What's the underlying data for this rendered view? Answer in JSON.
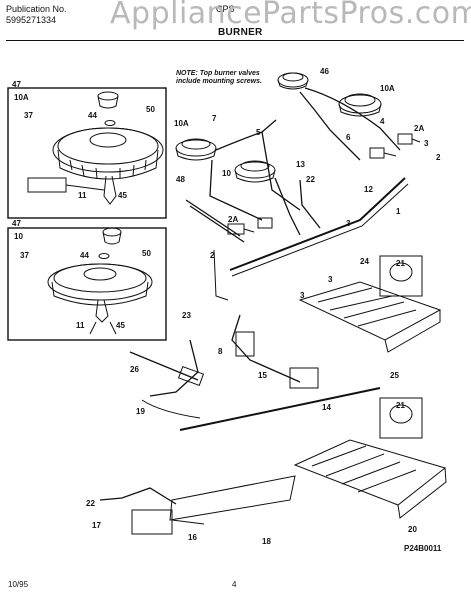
{
  "header": {
    "pub_label": "Publication No.",
    "pub_number": "5995271334",
    "model": "CPS",
    "title": "BURNER",
    "watermark": "AppliancePartsPros.com"
  },
  "note": {
    "line1": "NOTE: Top burner valves",
    "line2": "include mounting screws."
  },
  "callouts": [
    "47",
    "10A",
    "37",
    "44",
    "50",
    "11",
    "45",
    "10A",
    "7",
    "48",
    "5",
    "10",
    "13",
    "46",
    "10A",
    "4",
    "6",
    "2A",
    "3",
    "2",
    "47",
    "10",
    "37",
    "44",
    "50",
    "11",
    "45",
    "22",
    "1",
    "2A",
    "2",
    "3",
    "24",
    "21",
    "3",
    "23",
    "8",
    "15",
    "26",
    "19",
    "14",
    "25",
    "21",
    "22",
    "17",
    "16",
    "18",
    "20",
    "3",
    "12"
  ],
  "footer": {
    "date": "10/95",
    "page": "4",
    "code": "P24B0011"
  }
}
